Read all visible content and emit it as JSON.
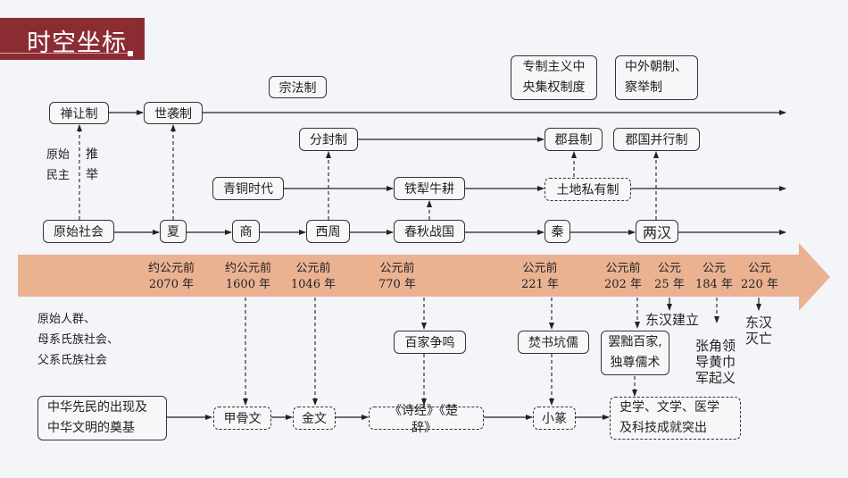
{
  "title": "时空坐标",
  "colors": {
    "title_bg": "#8b2c32",
    "band": "#ebb292",
    "line": "#222222"
  },
  "top_rows": {
    "row1": [
      "禅让制",
      "世袭制"
    ],
    "labels": {
      "zongfa": "宗法制",
      "qin_system": [
        "专制主义中",
        "央集权制度"
      ],
      "han_system": [
        "中外朝制、",
        "察举制"
      ]
    },
    "row2": [
      "分封制",
      "郡县制",
      "郡国并行制"
    ],
    "row3": [
      "青铜时代",
      "铁犁牛耕",
      "土地私有制"
    ],
    "row4": [
      "原始社会",
      "夏",
      "商",
      "西周",
      "春秋战国",
      "秦",
      "两汉"
    ],
    "side_left": [
      "原始",
      "民主"
    ],
    "side_right": [
      "推",
      "举"
    ]
  },
  "timeline": [
    {
      "line1": "约公元前",
      "line2": "2070 年"
    },
    {
      "line1": "约公元前",
      "line2": "1600 年"
    },
    {
      "line1": "公元前",
      "line2": "1046 年"
    },
    {
      "line1": "公元前",
      "line2": "770 年"
    },
    {
      "line1": "公元前",
      "line2": "221 年"
    },
    {
      "line1": "公元前",
      "line2": "202 年"
    },
    {
      "line1": "公元",
      "line2": "25 年"
    },
    {
      "line1": "公元",
      "line2": "184 年"
    },
    {
      "line1": "公元",
      "line2": "220 年"
    }
  ],
  "bottom": {
    "society": [
      "原始人群、",
      "母系氏族社会、",
      "父系氏族社会"
    ],
    "origin": [
      "中华先民的出现及",
      "中华文明的奠基"
    ],
    "culture_row": [
      "甲骨文",
      "金文",
      "《诗经》《楚",
      "辞》",
      "小篆"
    ],
    "achievements": [
      "史学、文学、医学",
      "及科技成就突出"
    ],
    "events": {
      "baijia": "百家争鸣",
      "fenshu": "焚书坑儒",
      "bachu": [
        "罢黜百家,",
        "独尊儒术"
      ],
      "donghan_start": "东汉建立",
      "huangjin": [
        "张角领",
        "导黄巾",
        "军起义"
      ],
      "donghan_end": [
        "东汉",
        "灭亡"
      ]
    }
  }
}
